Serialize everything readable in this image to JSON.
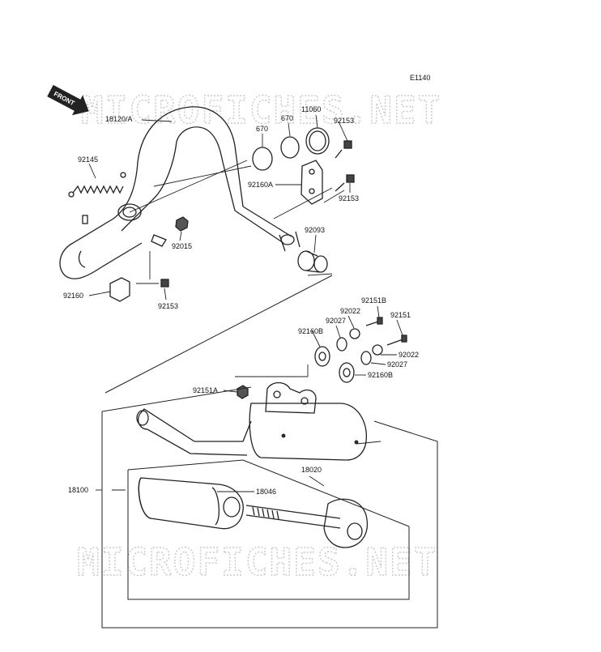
{
  "diagram": {
    "code": "E1140",
    "front_label": "FRONT",
    "watermark": "MICROFICHES.NET",
    "colors": {
      "line": "#222222",
      "watermark": "#c8c8c8",
      "background": "#ffffff"
    },
    "parts": {
      "p18120A": "18120/A",
      "p11060": "11060",
      "p670a": "670",
      "p670b": "670",
      "p92153a": "92153",
      "p92153b": "92153",
      "p92153c": "92153",
      "p92145": "92145",
      "p92160A": "92160A",
      "p92015": "92015",
      "p92093": "92093",
      "p92160": "92160",
      "p92151B": "92151B",
      "p92022a": "92022",
      "p92027a": "92027",
      "p92160Ba": "92160B",
      "p92151": "92151",
      "p92022b": "92022",
      "p92027b": "92027",
      "p92160Bb": "92160B",
      "p92151A": "92151A",
      "p18020": "18020",
      "p18100": "18100",
      "p18046": "18046"
    }
  }
}
